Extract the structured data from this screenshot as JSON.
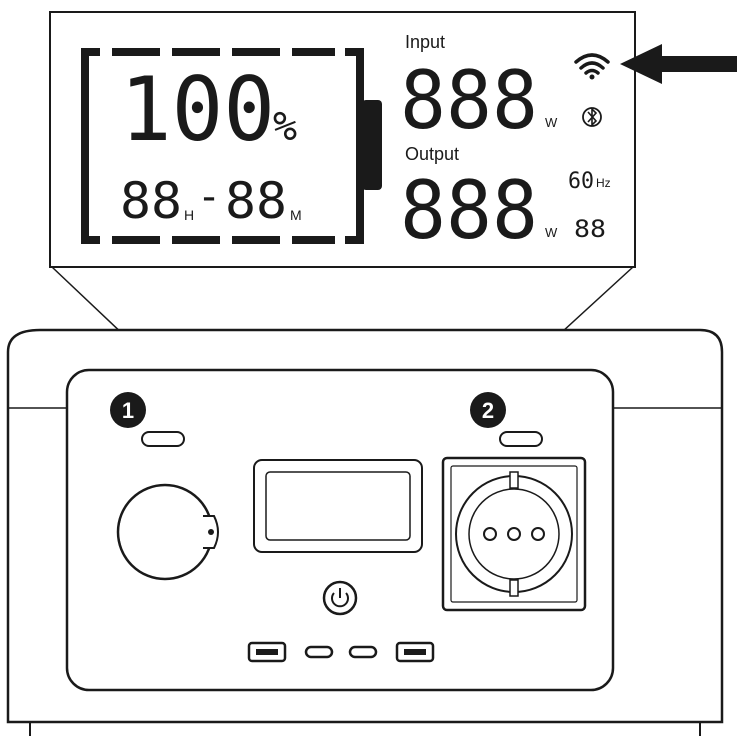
{
  "display": {
    "battery_percent_text": "100",
    "percent_sign": "%",
    "time_hours_text": "88",
    "time_hours_unit": "H",
    "time_separator": "-",
    "time_minutes_text": "88",
    "time_minutes_unit": "M",
    "input_label": "Input",
    "input_value_text": "888",
    "input_unit": "W",
    "output_label": "Output",
    "output_value_text": "888",
    "output_unit": "W",
    "frequency_text": "60",
    "frequency_unit": "Hz",
    "small_readout_text": "88",
    "icons": [
      "wifi-icon",
      "bluetooth-icon"
    ]
  },
  "callouts": [
    {
      "number": "1"
    },
    {
      "number": "2"
    }
  ],
  "device": {
    "usb_a_ports": 2,
    "usb_c_ports": 2,
    "ac_outlet_holes": 3
  },
  "colors": {
    "ink": "#1a1a1a",
    "background": "#ffffff",
    "callout_fill": "#1a1a1a"
  }
}
